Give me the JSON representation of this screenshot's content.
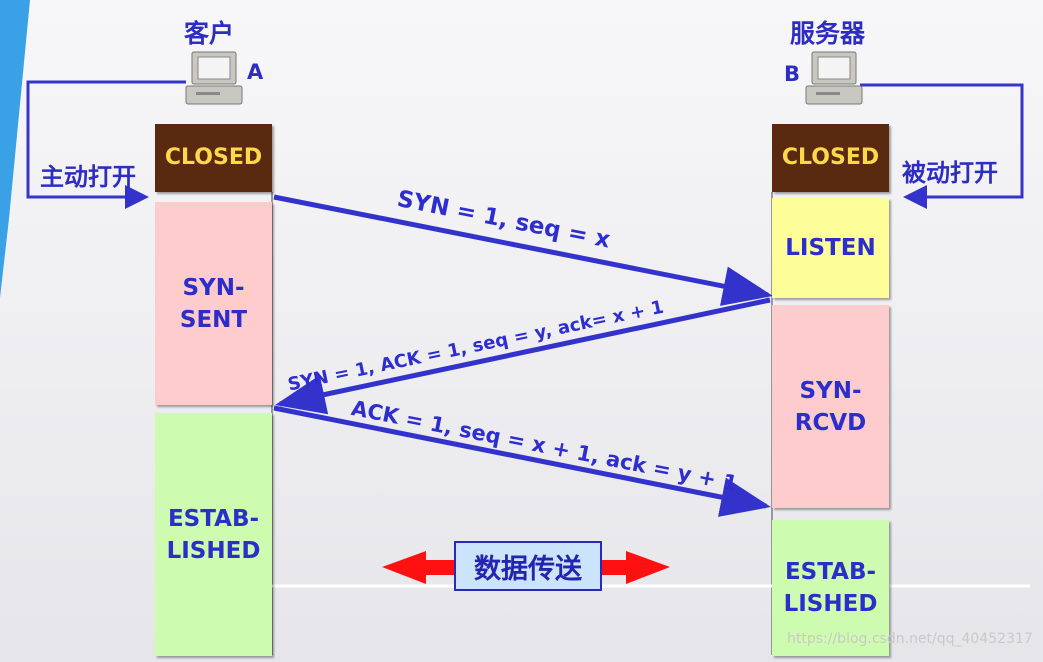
{
  "client": {
    "title": "客户",
    "letter": "A",
    "passive_label": "主动打开"
  },
  "server": {
    "title": "服务器",
    "letter": "B",
    "passive_label": "被动打开"
  },
  "client_states": [
    {
      "label": "CLOSED"
    },
    {
      "label": "SYN-\nSENT"
    },
    {
      "label": "ESTAB-\nLISHED"
    }
  ],
  "server_states": [
    {
      "label": "CLOSED"
    },
    {
      "label": "LISTEN"
    },
    {
      "label": "SYN-\nRCVD"
    },
    {
      "label": "ESTAB-\nLISHED"
    }
  ],
  "messages": [
    {
      "text": "SYN = 1, seq = x"
    },
    {
      "text": "SYN = 1, ACK = 1, seq = y, ack= x + 1"
    },
    {
      "text": "ACK = 1, seq = x + 1, ack = y + 1"
    }
  ],
  "data_transfer": "数据传送",
  "watermark": "https://blog.csdn.net/qq_40452317",
  "colors": {
    "arrow": "#3333cc",
    "closed_bg": "#5a2a10",
    "closed_text": "#ffd84a",
    "pink_state": "#fecccc",
    "green_state": "#cdfcb0",
    "yellow_state": "#fdfd9a",
    "red_arrow": "#ff0000",
    "label_text": "#2d2dc2"
  }
}
